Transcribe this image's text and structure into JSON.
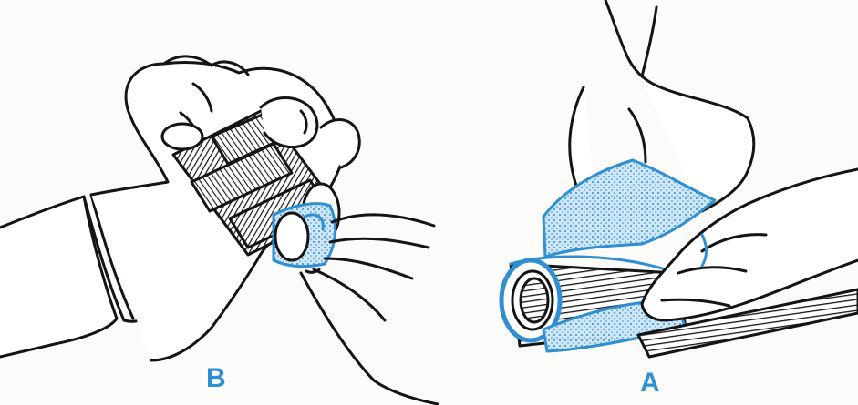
{
  "panels": [
    {
      "label": "B",
      "illustration": "hands-rolling-sleeve-over-cylinder"
    },
    {
      "label": "A",
      "illustration": "hands-wrapping-sleeve-around-tube"
    }
  ],
  "colors": {
    "ink": "#141414",
    "accent": "#2f8fd0",
    "accent_fill": "#b9dcf2",
    "label": "#2f8fd0",
    "background": "#fbfbf9"
  }
}
